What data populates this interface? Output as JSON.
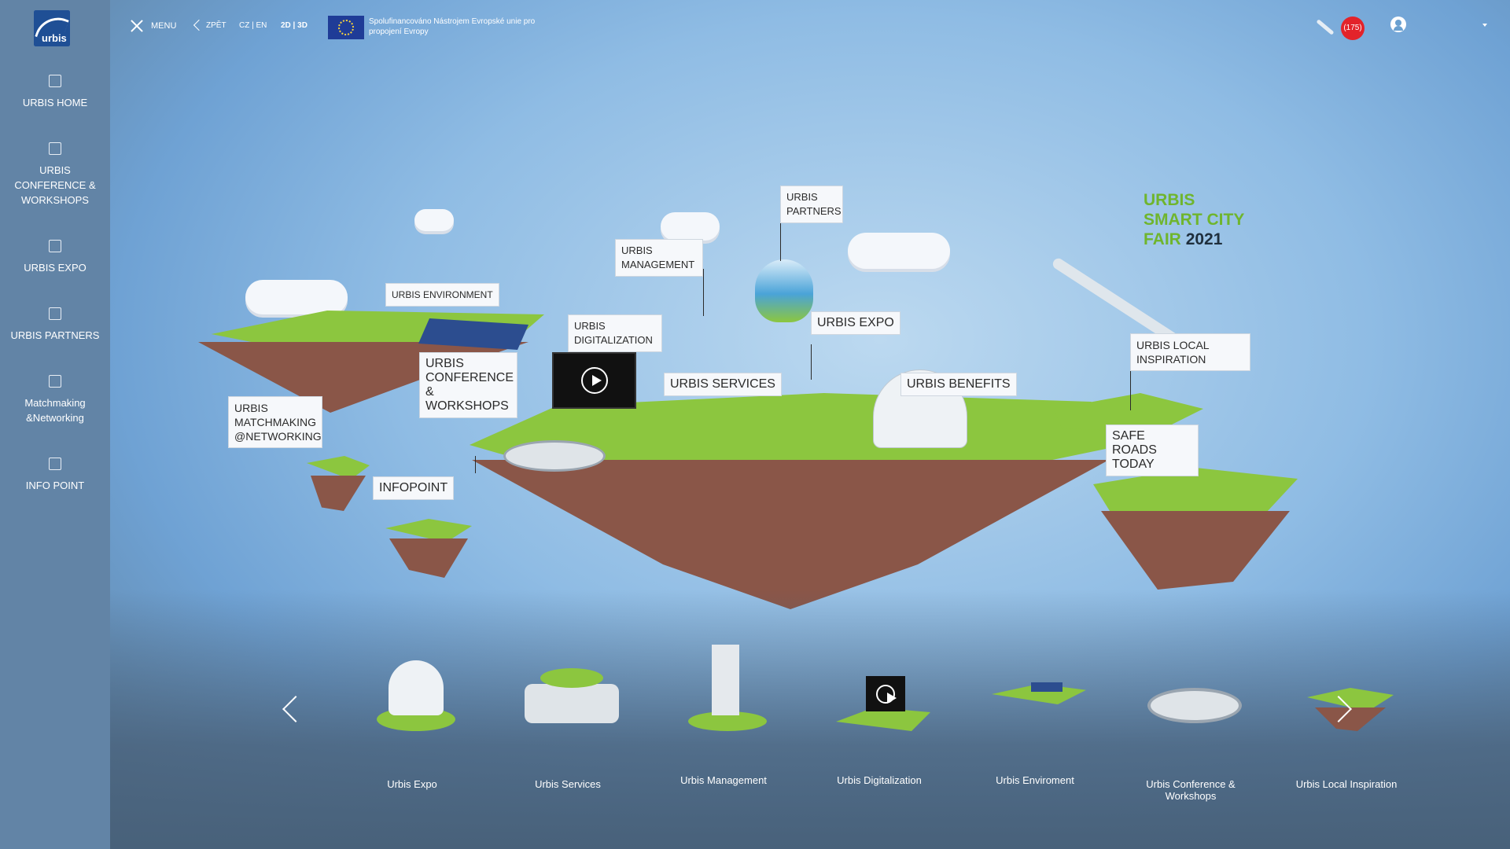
{
  "sidebar": {
    "logo_text": "urbis",
    "items": [
      {
        "label": "URBIS HOME"
      },
      {
        "label": "URBIS CONFERENCE & WORKSHOPS"
      },
      {
        "label": "URBIS EXPO"
      },
      {
        "label": "URBIS PARTNERS"
      },
      {
        "label": "Matchmaking &Networking"
      },
      {
        "label": "INFO POINT"
      }
    ]
  },
  "topbar": {
    "menu_label": "MENU",
    "back_label": "ZPĚT",
    "language": "CZ | EN",
    "view_mode": "2D | 3D",
    "eu_text": "Spolufinancováno Nástrojem Evropské unie pro propojení Evropy",
    "notification_count": "(175)"
  },
  "scene": {
    "title": {
      "line1": "URBIS",
      "line2": "SMART CITY",
      "line3_a": "FAIR",
      "line3_b": "2021"
    },
    "labels": {
      "partners": "URBIS PARTNERS",
      "management": "URBIS MANAGEMENT",
      "environment": "URBIS ENVIRONMENT",
      "digitalization": "URBIS DIGITALIZATION",
      "expo": "URBIS EXPO",
      "conference": "URBIS CONFERENCE & WORKSHOPS",
      "services": "URBIS SERVICES",
      "benefits": "URBIS BENEFITS",
      "local": "URBIS LOCAL INSPIRATION",
      "matchmaking": "URBIS MATCHMAKING @NETWORKING",
      "infopoint": "INFOPOINT",
      "safe_roads": "SAFE ROADS TODAY"
    }
  },
  "carousel": {
    "items": [
      {
        "label": "Urbis Expo"
      },
      {
        "label": "Urbis Services"
      },
      {
        "label": "Urbis Management"
      },
      {
        "label": "Urbis Digitalization"
      },
      {
        "label": "Urbis Enviroment"
      },
      {
        "label": "Urbis Conference & Workshops"
      },
      {
        "label": "Urbis Local Inspiration"
      }
    ]
  },
  "colors": {
    "sidebar": "#6284a6",
    "accent_green": "#6fb52d",
    "badge_red": "#e3232a",
    "grass": "#8cc63f",
    "dirt": "#8a5648"
  }
}
